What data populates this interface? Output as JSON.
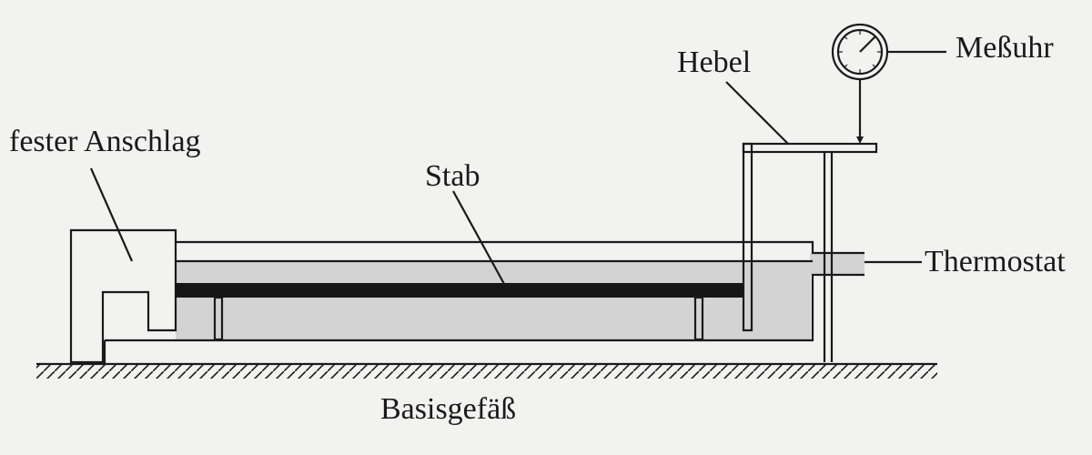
{
  "labels": {
    "fixed_stop": "fester Anschlag",
    "rod": "Stab",
    "lever": "Hebel",
    "dial_gauge": "Meßuhr",
    "thermostat": "Thermostat",
    "base_vessel": "Basisgefäß"
  },
  "colors": {
    "ink": "#1a1a1a",
    "paper": "#f2f2f0",
    "liquid": "#d3d3d3",
    "rod": "#161616"
  }
}
